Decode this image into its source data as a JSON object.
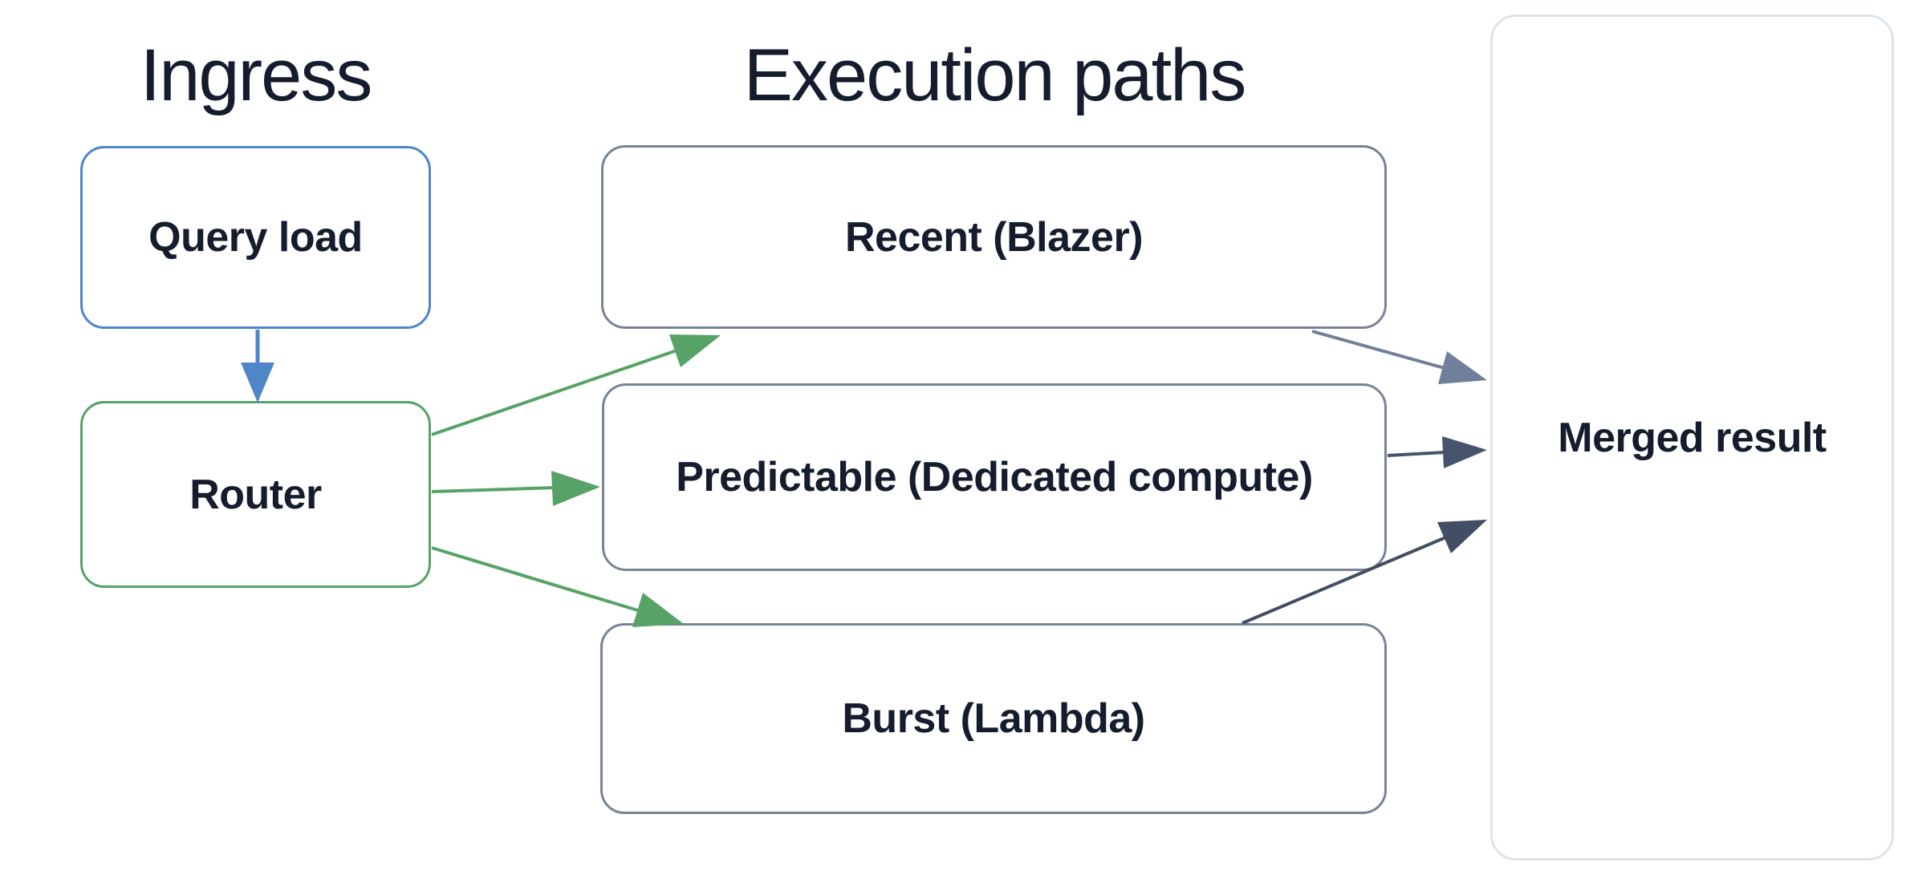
{
  "diagram": {
    "titles": {
      "ingress": "Ingress",
      "execution_paths": "Execution paths"
    },
    "nodes": {
      "query_load": {
        "label": "Query load",
        "border_color": "#4E86C8"
      },
      "router": {
        "label": "Router",
        "border_color": "#57A267"
      },
      "recent": {
        "label": "Recent (Blazer)",
        "border_color": "#778398"
      },
      "predictable": {
        "label": "Predictable (Dedicated compute)",
        "border_color": "#778398"
      },
      "burst": {
        "label": "Burst (Lambda)",
        "border_color": "#778398"
      },
      "merged": {
        "label": "Merged result",
        "border_color": "#DDE3ED"
      }
    },
    "edges": [
      {
        "from": "query_load",
        "to": "router",
        "color": "#4E86C8"
      },
      {
        "from": "router",
        "to": "recent",
        "color": "#57A267"
      },
      {
        "from": "router",
        "to": "predictable",
        "color": "#57A267"
      },
      {
        "from": "router",
        "to": "burst",
        "color": "#57A267"
      },
      {
        "from": "recent",
        "to": "merged",
        "color": "#70809A"
      },
      {
        "from": "predictable",
        "to": "merged",
        "color": "#47536B"
      },
      {
        "from": "burst",
        "to": "merged",
        "color": "#424E64"
      }
    ],
    "colors": {
      "text": "#141C2E",
      "background": "#FFFFFF"
    }
  }
}
